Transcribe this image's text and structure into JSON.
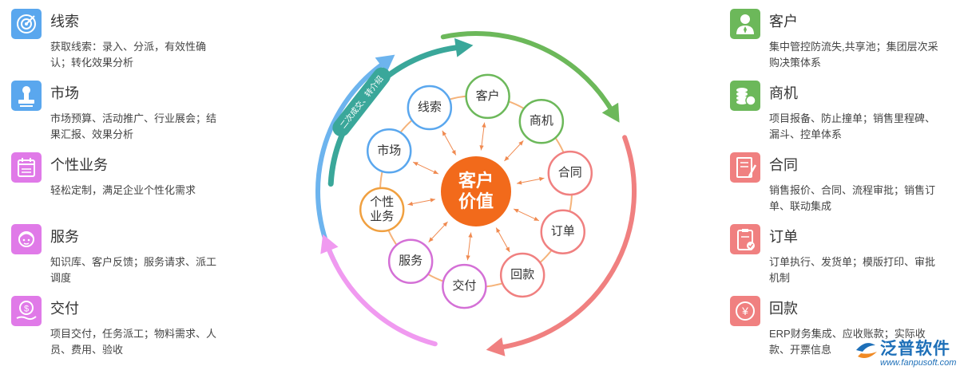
{
  "left_features": [
    {
      "title": "线索",
      "desc": "获取线索：录入、分派，有效性确认；转化效果分析",
      "icon": "target-icon",
      "color": "#5aa7ee"
    },
    {
      "title": "市场",
      "desc": "市场预算、活动推广、行业展会；结果汇报、效果分析",
      "icon": "stamp-icon",
      "color": "#5aa7ee"
    },
    {
      "title": "个性业务",
      "desc": "轻松定制，满足企业个性化需求",
      "icon": "calendar-icon",
      "color": "#e07ae8"
    },
    {
      "title": "服务",
      "desc": "知识库、客户反馈；服务请求、派工调度",
      "icon": "headset-agent-icon",
      "color": "#e07ae8"
    },
    {
      "title": "交付",
      "desc": "项目交付，任务派工；物料需求、人员、费用、验收",
      "icon": "money-hand-icon",
      "color": "#e07ae8"
    }
  ],
  "right_features": [
    {
      "title": "客户",
      "desc": "集中管控防流失,共享池；集团层次采购决策体系",
      "icon": "person-icon",
      "color": "#6cb85a"
    },
    {
      "title": "商机",
      "desc": "项目报备、防止撞单；销售里程碑、漏斗、控单体系",
      "icon": "coins-icon",
      "color": "#6cb85a"
    },
    {
      "title": "合同",
      "desc": "销售报价、合同、流程审批；销售订单、联动集成",
      "icon": "contract-icon",
      "color": "#f08080"
    },
    {
      "title": "订单",
      "desc": "订单执行、发货单；模版打印、审批机制",
      "icon": "clipboard-check-icon",
      "color": "#f08080"
    },
    {
      "title": "回款",
      "desc": "ERP财务集成、应收账款；实际收款、开票信息",
      "icon": "yen-icon",
      "color": "#f08080"
    }
  ],
  "center": {
    "line1": "客户",
    "line2": "价值",
    "color": "#f26a1b"
  },
  "ring_nodes": [
    {
      "label": "客户",
      "color": "#6cb85a"
    },
    {
      "label": "商机",
      "color": "#6cb85a"
    },
    {
      "label": "合同",
      "color": "#f08080"
    },
    {
      "label": "订单",
      "color": "#f08080"
    },
    {
      "label": "回款",
      "color": "#f08080"
    },
    {
      "label": "交付",
      "color": "#d470d6"
    },
    {
      "label": "服务",
      "color": "#d470d6"
    },
    {
      "label": "个性业务",
      "color": "#f0a040"
    },
    {
      "label": "市场",
      "color": "#5aa7ee"
    },
    {
      "label": "线索",
      "color": "#5aa7ee"
    }
  ],
  "arc_label": "二次成交、转介绍",
  "logo": {
    "brand": "泛普软件",
    "url": "www.fanpusoft.com"
  }
}
